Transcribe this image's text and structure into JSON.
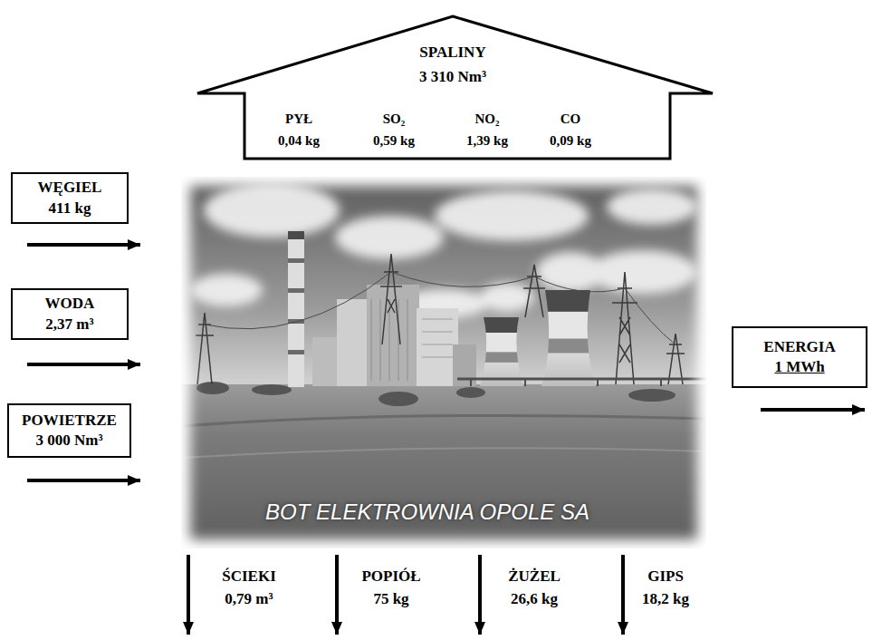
{
  "diagram": {
    "nodes": [
      {
        "text": [
          "SPALINY",
          "3 310 Nm³",
          "PYŁ",
          "0,04 kg",
          "SO₂",
          "0,59 kg",
          "NO₂",
          "1,39 kg",
          "CO",
          "0,09 kg"
        ]
      },
      {
        "text": [
          "WĘGIEL",
          "411 kg"
        ]
      },
      {
        "text": [
          "WODA",
          "2,37 m³"
        ]
      },
      {
        "text": [
          "POWIETRZE",
          "3 000 Nm³"
        ]
      },
      {
        "text": [
          "BOT ELEKTROWNIA OPOLE SA"
        ]
      },
      {
        "text": [
          "ENERGIA",
          "1 MWh"
        ]
      }
    ],
    "labels": [
      "ŚCIEKI",
      "0,79 m³",
      "POPIÓŁ",
      "75 kg",
      "ŻUŻEL",
      "26,6 kg",
      "GIPS",
      "18,2 kg"
    ]
  }
}
